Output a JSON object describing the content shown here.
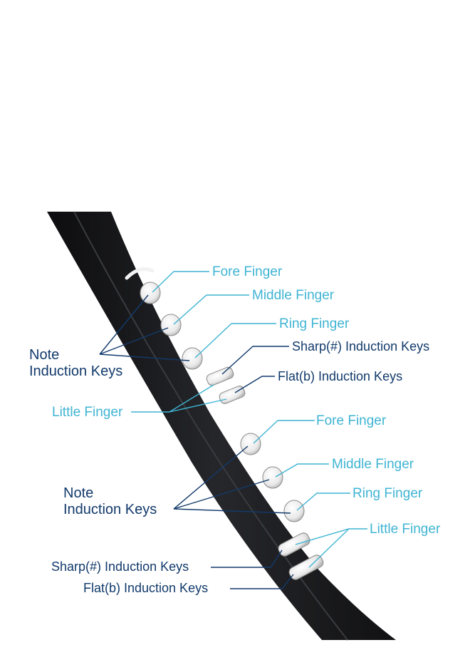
{
  "colors": {
    "finger_label": "#3fb4d3",
    "key_label": "#123a6b",
    "instrument": "#141416",
    "key": "#f4f4f4"
  },
  "upper": {
    "fore_finger": "Fore Finger",
    "middle_finger": "Middle Finger",
    "ring_finger": "Ring Finger",
    "sharp_keys": "Sharp(#) Induction Keys",
    "flat_keys": "Flat(b) Induction Keys",
    "note_keys_line1": "Note",
    "note_keys_line2": "Induction Keys",
    "little_finger": "Little Finger"
  },
  "lower": {
    "fore_finger": "Fore Finger",
    "middle_finger": "Middle Finger",
    "ring_finger": "Ring Finger",
    "little_finger": "Little Finger",
    "note_keys_line1": "Note",
    "note_keys_line2": "Induction Keys",
    "sharp_keys": "Sharp(#) Induction Keys",
    "flat_keys": "Flat(b) Induction Keys"
  }
}
